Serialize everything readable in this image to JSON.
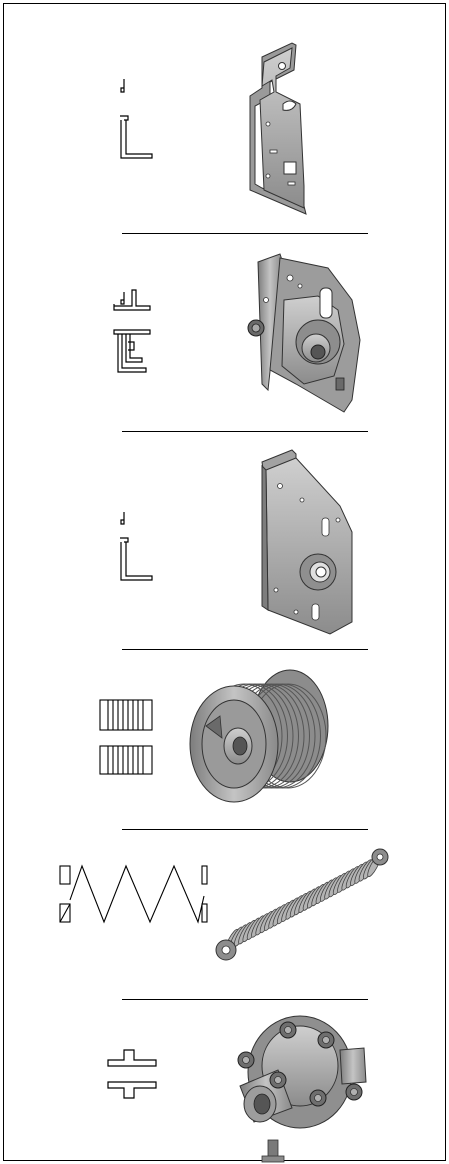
{
  "sheet": {
    "border_color": "#000000",
    "divider_color": "#000000",
    "part_gray": "#a9a9a9",
    "part_dark": "#555555",
    "symbol_stroke": "#000000"
  },
  "parts": [
    {
      "id": "top-bracket",
      "symbol": "angle-bracket-symbol",
      "illustration": "mounting-bracket-illustration"
    },
    {
      "id": "bearing-bracket",
      "symbol": "double-angle-symbol",
      "illustration": "bearing-bracket-with-plate-illustration"
    },
    {
      "id": "end-bearing-plate",
      "symbol": "angle-bracket-symbol",
      "illustration": "end-bearing-plate-illustration"
    },
    {
      "id": "cable-drum",
      "symbol": "drum-symbol",
      "illustration": "cable-drum-illustration"
    },
    {
      "id": "torsion-spring",
      "symbol": "spring-symbol",
      "illustration": "torsion-spring-illustration"
    },
    {
      "id": "shaft-coupling",
      "symbol": "coupling-symbol",
      "illustration": "shaft-coupling-illustration"
    }
  ]
}
